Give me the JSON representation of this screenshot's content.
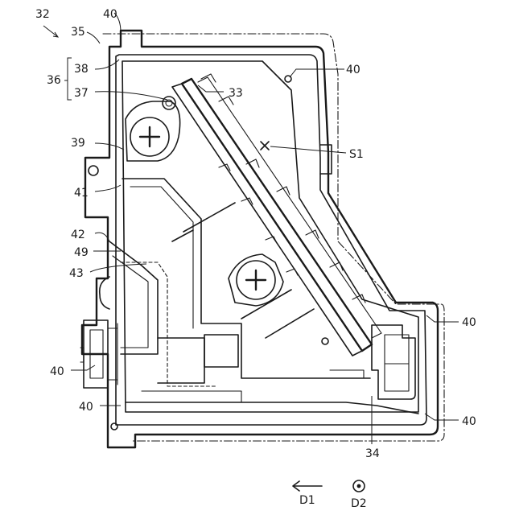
{
  "labels": {
    "l32": "32",
    "l35": "35",
    "l38": "38",
    "l36": "36",
    "l37": "37",
    "l39": "39",
    "l41": "41",
    "l42": "42",
    "l49": "49",
    "l43": "43",
    "l40_left_a": "40",
    "l40_left_b": "40",
    "l40_top": "40",
    "l40_topright": "40",
    "l40_right_a": "40",
    "l40_right_b": "40",
    "l33": "33",
    "ls1": "S1",
    "l34": "34",
    "ld1": "D1",
    "ld2": "D2"
  }
}
